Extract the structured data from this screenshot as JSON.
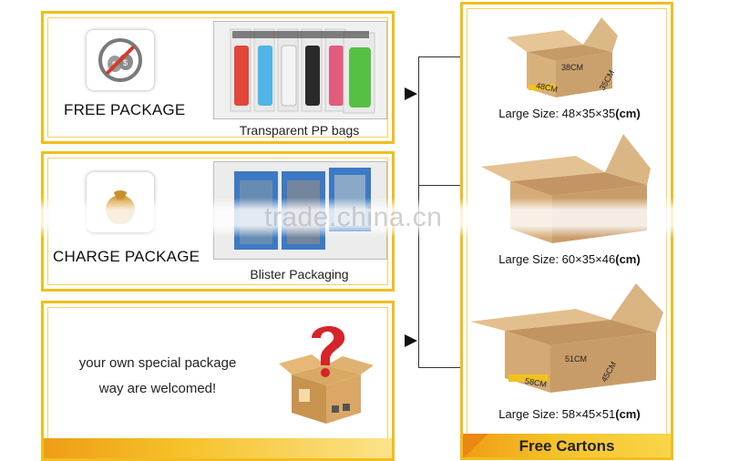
{
  "packages": [
    {
      "title": "FREE PACKAGE",
      "caption": "Transparent PP bags",
      "icon": "no-money-icon"
    },
    {
      "title": "CHARGE PACKAGE",
      "caption": "Blister Packaging",
      "icon": "money-bag-icon"
    }
  ],
  "custom": {
    "line1": "your own special package",
    "line2": "way are welcomed!",
    "icon": "question-box-icon"
  },
  "cartons": {
    "label": "Free Cartons",
    "items": [
      {
        "prefix": "Large Size: ",
        "size": "48×35×35",
        "unit": "(cm)",
        "dims": [
          "48CM",
          "35CM",
          "38CM"
        ]
      },
      {
        "prefix": "Large Size: ",
        "size": "60×35×46",
        "unit": "(cm)",
        "dims": []
      },
      {
        "prefix": "Large Size: ",
        "size": "58×45×51",
        "unit": "(cm)",
        "dims": [
          "58CM",
          "45CM",
          "51CM"
        ]
      }
    ]
  },
  "watermark": "trade.china.cn",
  "colors": {
    "frame": "#f2bd1d",
    "accent": "#ef9d16"
  }
}
